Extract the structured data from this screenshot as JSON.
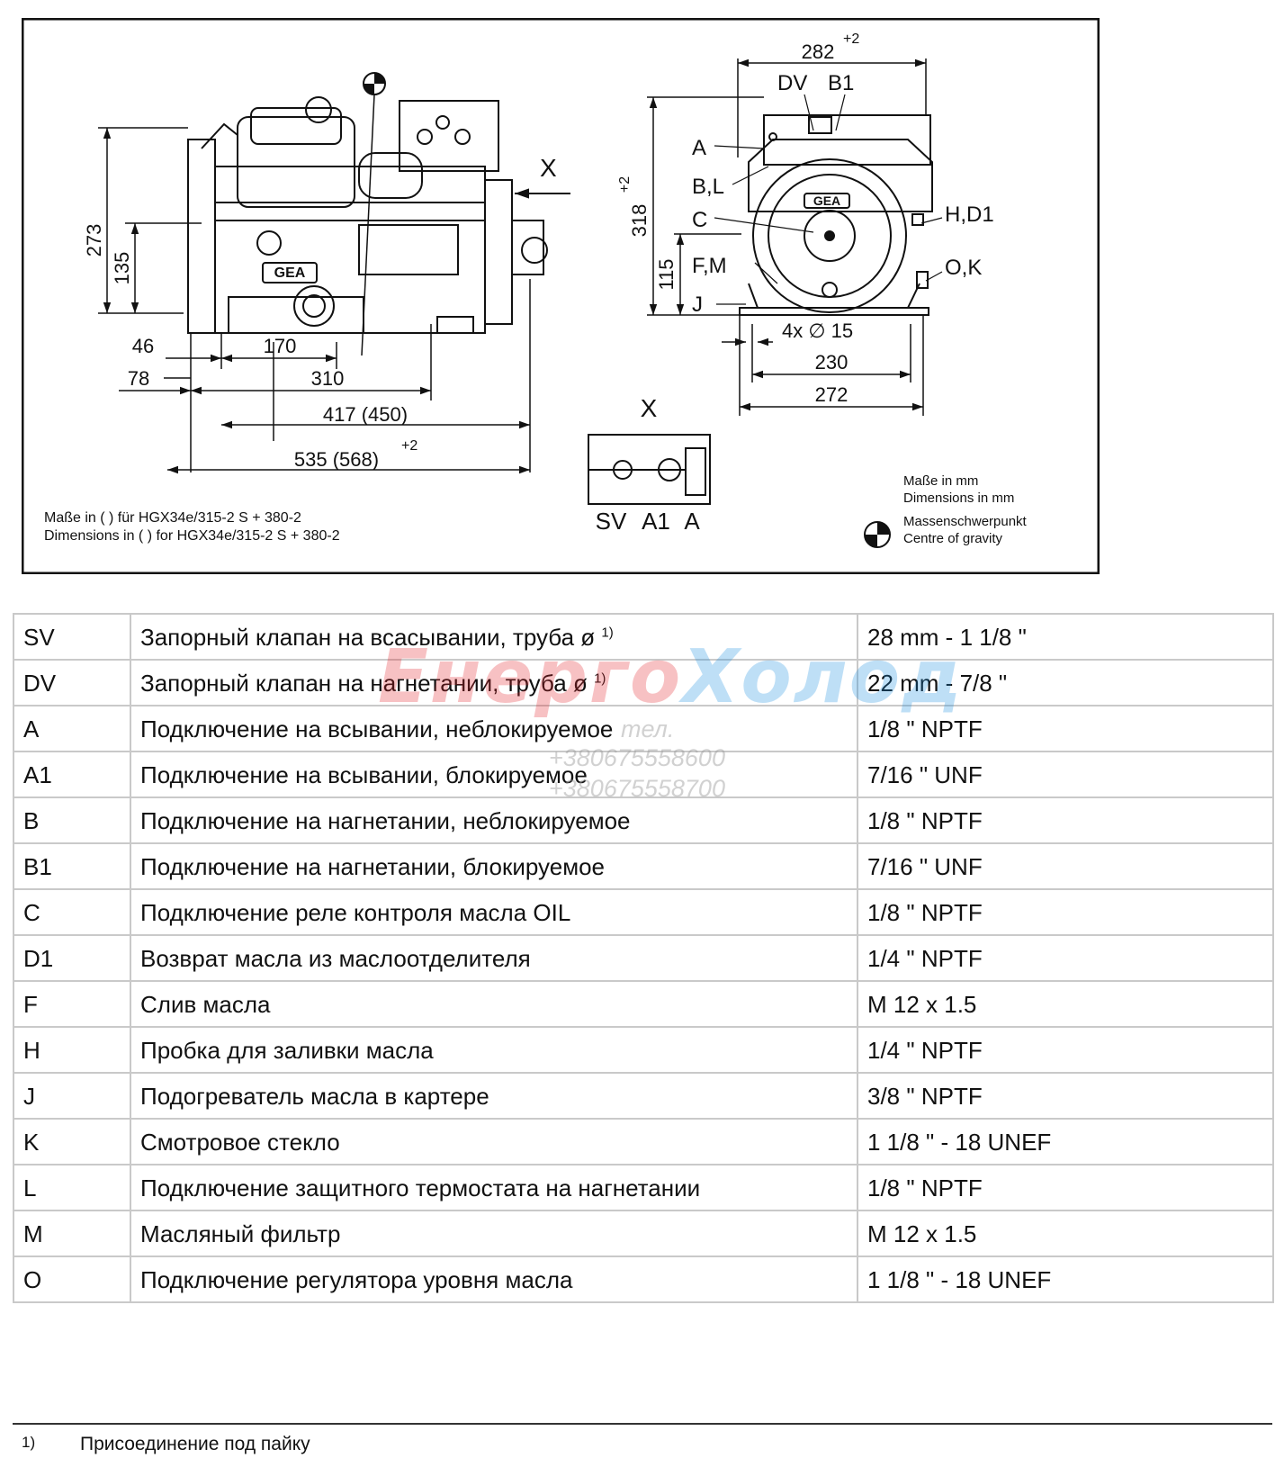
{
  "drawing": {
    "view_label_x": "X",
    "side_view": {
      "dim_273": "273",
      "dim_135": "135",
      "dim_46": "46",
      "dim_170": "170",
      "dim_78": "78",
      "dim_310": "310",
      "dim_417": "417 (450)",
      "dim_535": "535 (568)",
      "tol_535": "+2"
    },
    "end_view": {
      "dim_282": "282",
      "tol_282": "+2",
      "dim_318": "318",
      "tol_318": "+2",
      "dim_115": "115",
      "holes": "4x ∅ 15",
      "dim_230": "230",
      "dim_272": "272",
      "label_dv": "DV",
      "label_b1": "B1",
      "label_a": "A",
      "label_bl": "B,L",
      "label_c": "C",
      "label_fm": "F,M",
      "label_j": "J",
      "label_hd1": "H,D1",
      "label_ok": "O,K"
    },
    "detail_view": {
      "title": "X",
      "label_sv": "SV",
      "label_a1": "A1",
      "label_a": "A"
    },
    "note_de": "Maße in ( ) für HGX34e/315-2 S + 380-2",
    "note_en": "Dimensions in ( ) for HGX34e/315-2 S + 380-2",
    "units_de": "Maße in mm",
    "units_en": "Dimensions in mm",
    "cog_de": "Massenschwerpunkt",
    "cog_en": "Centre of gravity",
    "logo_text": "GEA"
  },
  "watermark": {
    "title_part1": "Енерго",
    "title_part2": "Холод",
    "tel_label": "тел.",
    "phone1": "+380675558600",
    "phone2": "+380675558700"
  },
  "rows": [
    {
      "code": "SV",
      "desc": "Запорный клапан на всасывании, труба ø",
      "note": "1)",
      "value": "28 mm - 1 1/8 \""
    },
    {
      "code": "DV",
      "desc": "Запорный клапан на нагнетании, труба ø",
      "note": "1)",
      "value": "22 mm - 7/8 \""
    },
    {
      "code": "A",
      "desc": "Подключение на всывании, неблокируемое",
      "value": "1/8 \" NPTF"
    },
    {
      "code": "A1",
      "desc": "Подключение на всывании, блокируемое",
      "value": "7/16 \" UNF"
    },
    {
      "code": "B",
      "desc": "Подключение на нагнетании, неблокируемое",
      "value": "1/8 \" NPTF"
    },
    {
      "code": "B1",
      "desc": "Подключение на нагнетании, блокируемое",
      "value": "7/16 \" UNF"
    },
    {
      "code": "C",
      "desc": "Подключение реле контроля масла OIL",
      "value": "1/8 \" NPTF"
    },
    {
      "code": "D1",
      "desc": "Возврат масла из маслоотделителя",
      "value": "1/4 \" NPTF"
    },
    {
      "code": "F",
      "desc": "Слив масла",
      "value": "M 12 x 1.5"
    },
    {
      "code": "H",
      "desc": "Пробка для заливки масла",
      "value": "1/4 \" NPTF"
    },
    {
      "code": "J",
      "desc": "Подогреватель масла в картере",
      "value": "3/8 \" NPTF"
    },
    {
      "code": "K",
      "desc": "Смотровое стекло",
      "value": "1 1/8 \" - 18 UNEF"
    },
    {
      "code": "L",
      "desc": "Подключение защитного термостата на нагнетании",
      "value": "1/8 \" NPTF"
    },
    {
      "code": "M",
      "desc": "Масляный фильтр",
      "value": "M 12 x 1.5"
    },
    {
      "code": "O",
      "desc": "Подключение регулятора уровня масла",
      "value": "1 1/8 \" - 18 UNEF"
    }
  ],
  "footnote": {
    "mark": "1)",
    "text": "Присоединение под пайку"
  }
}
